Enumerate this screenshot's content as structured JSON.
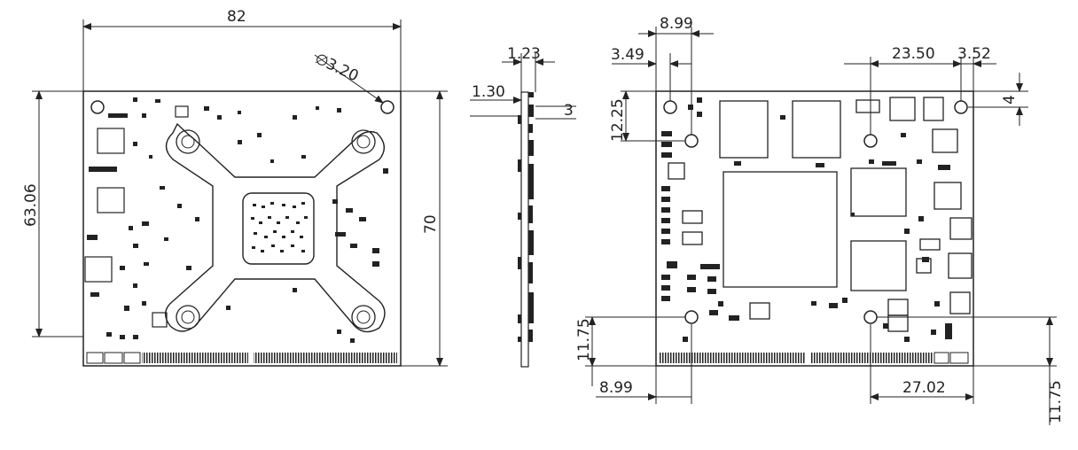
{
  "drawing": {
    "dimensions": {
      "bottom_width": "82",
      "bottom_height": "63.06",
      "bottom_full_height": "70",
      "hole_diameter": "3.20",
      "side_thickness_top": "1.23",
      "side_offset": "1.30",
      "side_height": "3",
      "top_hole_x": "8.99",
      "top_left_edge": "3.49",
      "top_hole_y": "12.25",
      "top_right_hole": "23.50",
      "top_right_edge": "3.52",
      "top_right_hole_y": "4",
      "bottom_hole_y": "11.75",
      "bottom_hole_x": "8.99",
      "bottom_right_hole_x": "27.02",
      "bottom_right_hole_y": "11.75"
    },
    "diameter_symbol": "∅"
  }
}
